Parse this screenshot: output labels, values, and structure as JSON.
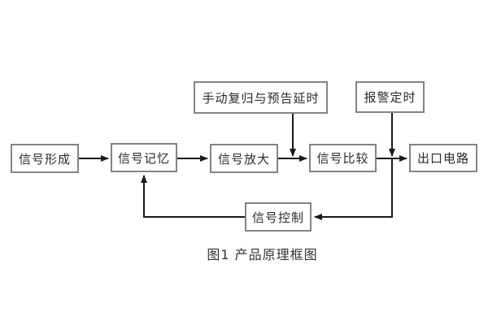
{
  "diagram": {
    "caption": "图1 产品原理框图",
    "blocks": {
      "signal_formation": "信号形成",
      "signal_memory": "信号记忆",
      "signal_amplify": "信号放大",
      "signal_compare": "信号比较",
      "output_circuit": "出口电路",
      "manual_reset_delay": "手动复归与预告延时",
      "alarm_timing": "报警定时",
      "signal_control": "信号控制"
    },
    "edges": [
      {
        "from": "signal_formation",
        "to": "signal_memory"
      },
      {
        "from": "signal_memory",
        "to": "signal_amplify"
      },
      {
        "from": "signal_amplify",
        "to": "signal_compare"
      },
      {
        "from": "signal_compare",
        "to": "output_circuit"
      },
      {
        "from": "manual_reset_delay",
        "to": "junction_amplify_compare"
      },
      {
        "from": "alarm_timing",
        "to": "junction_compare_output"
      },
      {
        "from": "junction_compare_output",
        "to": "signal_control"
      },
      {
        "from": "signal_control",
        "to": "signal_memory"
      }
    ],
    "colors": {
      "background": "#ffffff",
      "box_border": "#848484",
      "box_fill": "#ffffff",
      "text": "#2b2b2b",
      "line": "#1a1a1a"
    }
  }
}
